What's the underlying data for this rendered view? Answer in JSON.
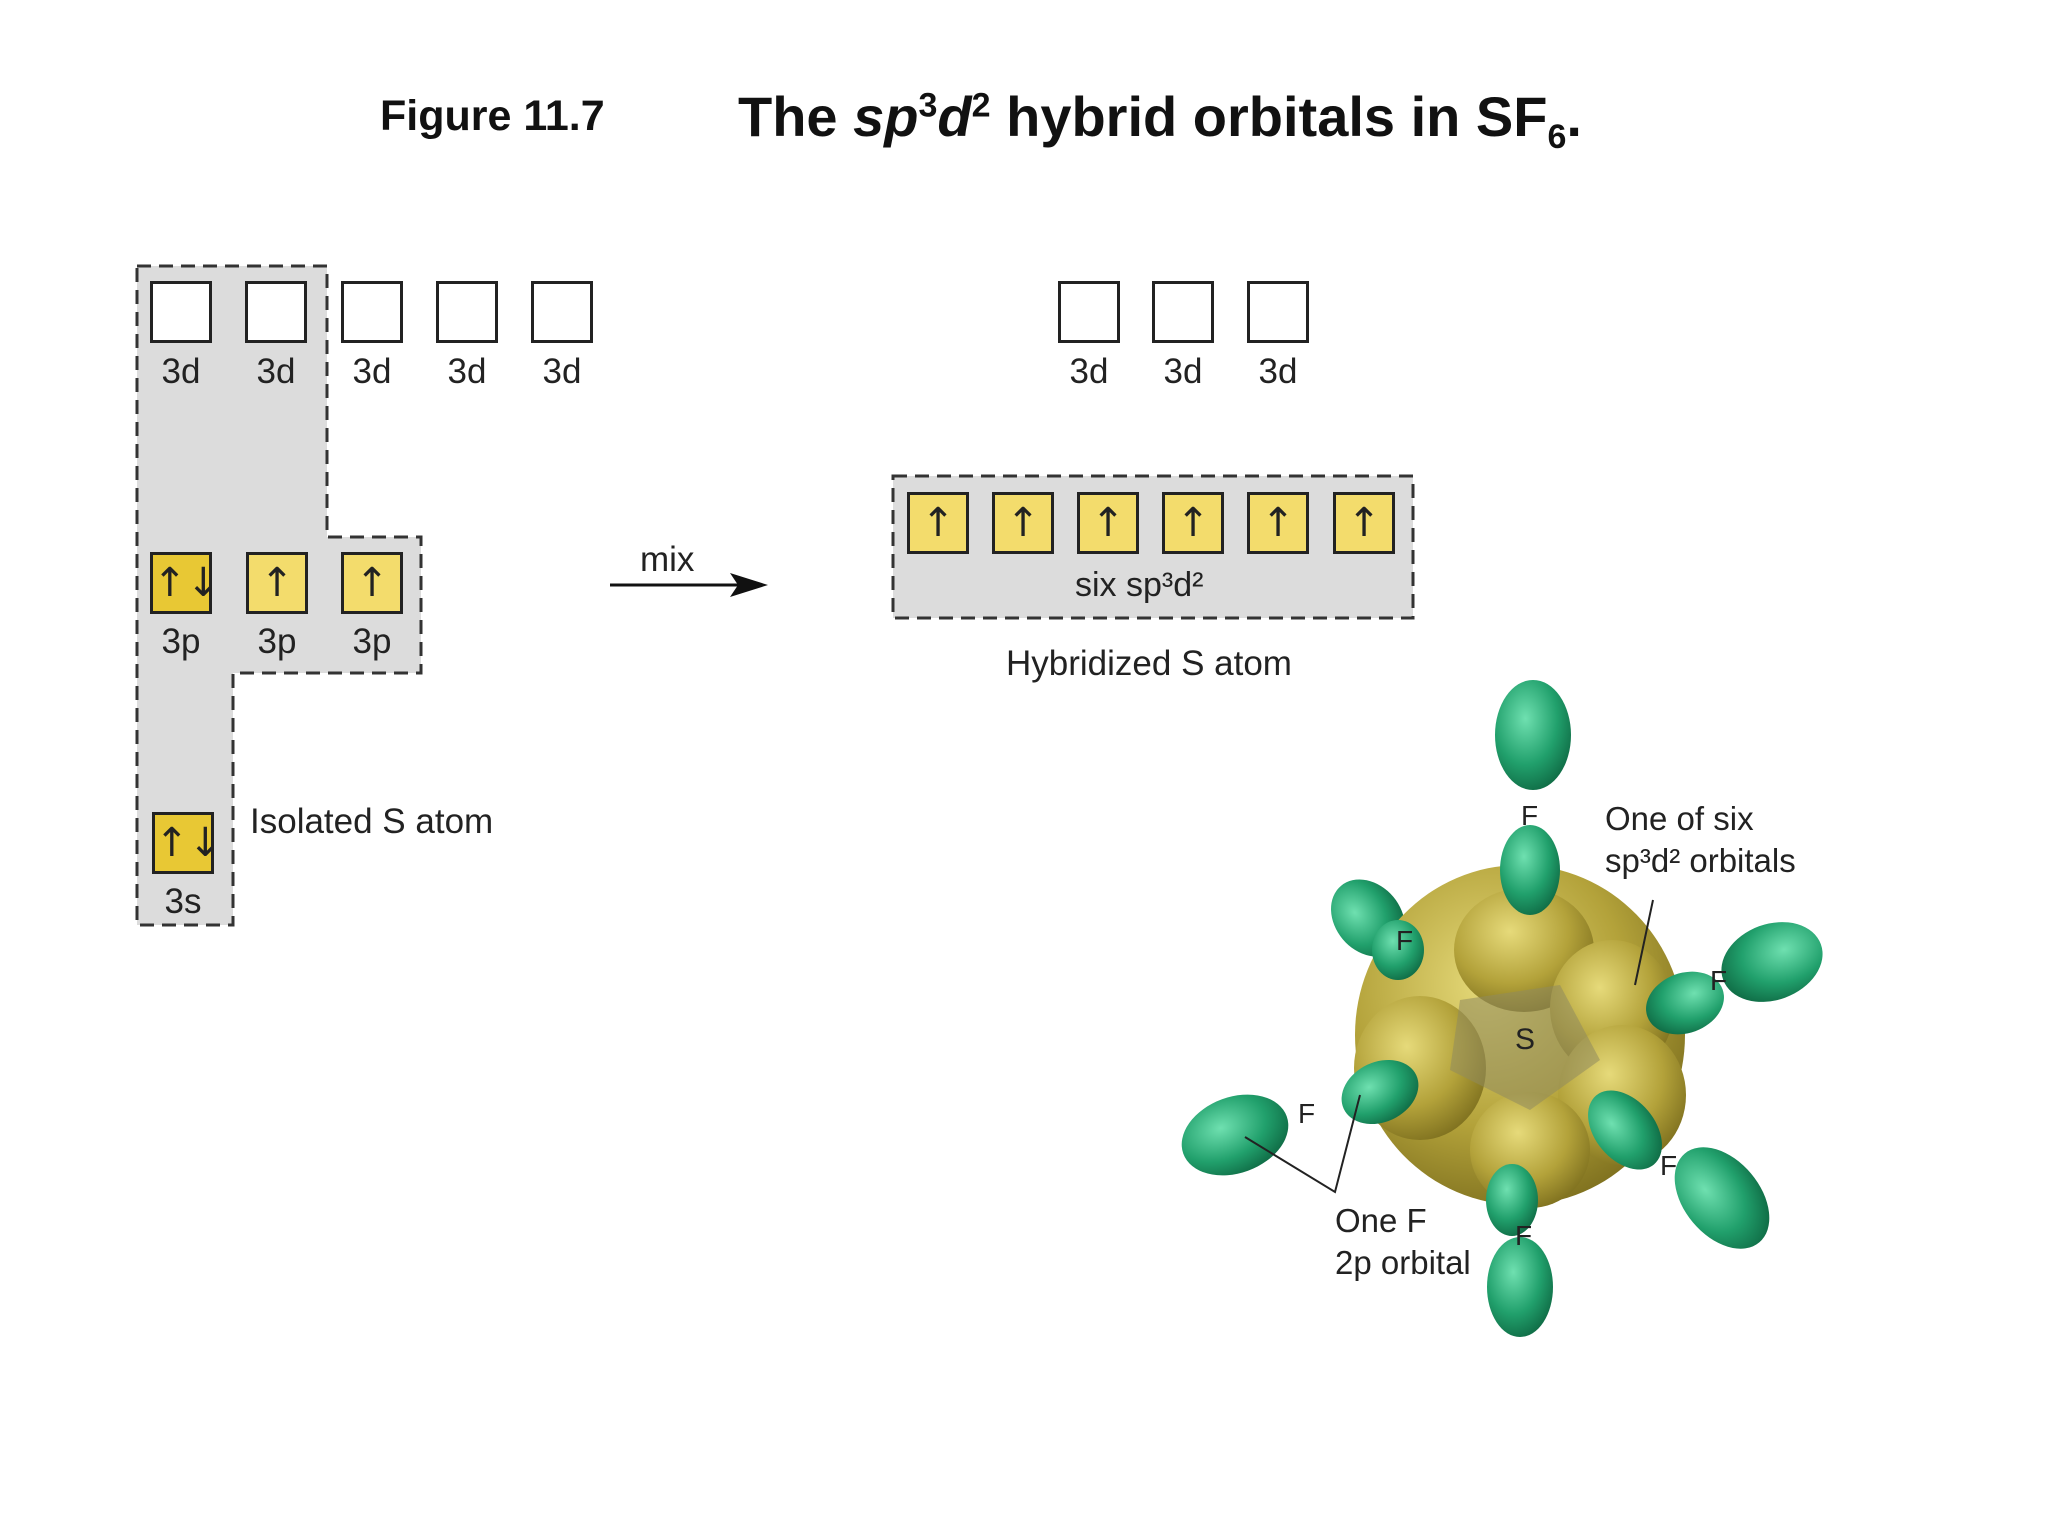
{
  "figure_label": "Figure 11.7",
  "title": {
    "prefix": "The ",
    "sp": "sp",
    "sup3": "3",
    "d": "d",
    "sup2": "2",
    "middle": " hybrid orbitals in SF",
    "sub6": "6",
    "end": "."
  },
  "isolated": {
    "d_orbitals": [
      {
        "label": "3d",
        "arrows": ""
      },
      {
        "label": "3d",
        "arrows": ""
      },
      {
        "label": "3d",
        "arrows": ""
      },
      {
        "label": "3d",
        "arrows": ""
      },
      {
        "label": "3d",
        "arrows": ""
      }
    ],
    "p_orbitals": [
      {
        "label": "3p",
        "arrows": "↑↓"
      },
      {
        "label": "3p",
        "arrows": "↑"
      },
      {
        "label": "3p",
        "arrows": "↑"
      }
    ],
    "s_orbital": {
      "label": "3s",
      "arrows": "↑↓"
    },
    "caption": "Isolated S atom"
  },
  "arrow_label": "mix",
  "hybridized": {
    "d_orbitals": [
      {
        "label": "3d",
        "arrows": ""
      },
      {
        "label": "3d",
        "arrows": ""
      },
      {
        "label": "3d",
        "arrows": ""
      }
    ],
    "hybrids": [
      "↑",
      "↑",
      "↑",
      "↑",
      "↑",
      "↑"
    ],
    "hybrid_label": "six sp³d²",
    "caption": "Hybridized S atom"
  },
  "molecule": {
    "center": "S",
    "ligand": "F",
    "callout_hybrid": [
      "One of six",
      "sp³d² orbitals"
    ],
    "callout_f": [
      "One F",
      "2p orbital"
    ]
  },
  "colors": {
    "orbital_fill": "#f3dc6c",
    "region_fill": "#dcdcdc",
    "lobe_green": "#2aa874",
    "lobe_gold": "#b8a63a"
  }
}
